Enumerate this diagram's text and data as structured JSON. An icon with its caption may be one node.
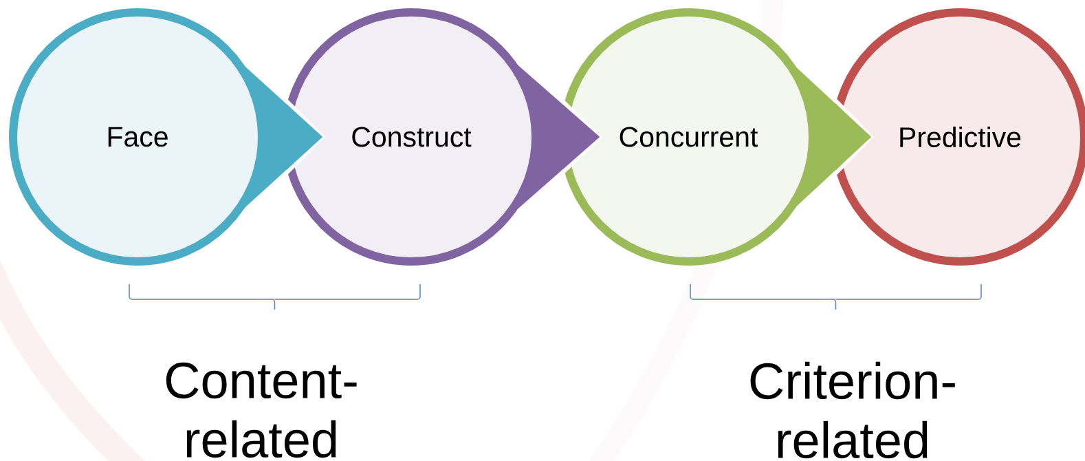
{
  "diagram": {
    "nodes": [
      {
        "text": [
          "Face"
        ]
      },
      {
        "text": [
          "Construct"
        ]
      },
      {
        "text": [
          "Concurrent"
        ]
      },
      {
        "text": [
          "Predictive"
        ]
      }
    ],
    "edges": [
      {
        "from": 0,
        "to": 1,
        "arrow": "to",
        "color": "#4bacc6"
      },
      {
        "from": 1,
        "to": 2,
        "arrow": "to",
        "color": "#8064a2"
      },
      {
        "from": 2,
        "to": 3,
        "arrow": "to",
        "color": "#9bbb59"
      }
    ],
    "labels": [
      "Content- related",
      "Criterion- related"
    ]
  }
}
